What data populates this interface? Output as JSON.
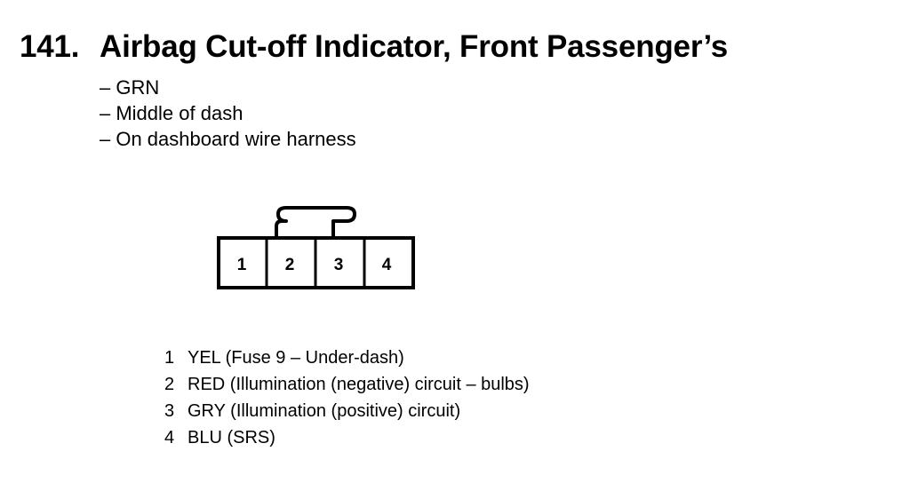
{
  "title": {
    "number": "141.",
    "text": "Airbag Cut-off Indicator, Front Passenger’s"
  },
  "info": [
    "– GRN",
    "– Middle of dash",
    "– On dashboard wire harness"
  ],
  "connector": {
    "pins": [
      "1",
      "2",
      "3",
      "4"
    ]
  },
  "pin_descriptions": [
    {
      "num": "1",
      "text": "YEL (Fuse 9 – Under-dash)"
    },
    {
      "num": "2",
      "text": "RED (Illumination (negative) circuit – bulbs)"
    },
    {
      "num": "3",
      "text": "GRY (Illumination (positive) circuit)"
    },
    {
      "num": "4",
      "text": "BLU (SRS)"
    }
  ]
}
